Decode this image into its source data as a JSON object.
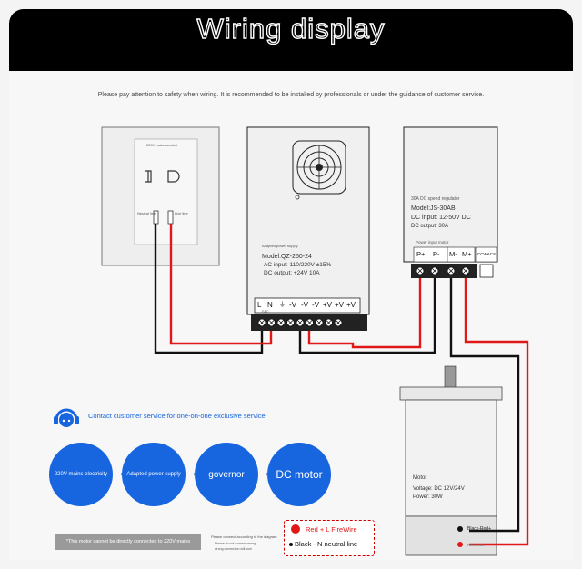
{
  "banner": {
    "title": "Wiring display"
  },
  "safety_note": "Please pay attention to safety when wiring. It is recommended to be installed by professionals or under the guidance of customer service.",
  "socket": {
    "caption": "220V mains socket",
    "neutral_label": "Neutral line",
    "live_label": "Live line"
  },
  "power_supply": {
    "caption": "Adapted power supply",
    "model": "Model:QZ-250-24",
    "input": "AC input: 110/220V ±15%",
    "output": "DC output: +24V 10A",
    "terminals": [
      "L",
      "N",
      "⏚",
      "-V",
      "-V",
      "-V",
      "+V",
      "+V",
      "+V"
    ],
    "terminal_sub": "FAC"
  },
  "regulator": {
    "caption": "30A DC speed regulator",
    "model": "Model:JS-30AB",
    "input": "DC input: 12-50V DC",
    "output": "DC output: 30A",
    "section_label": "Power input   motor",
    "terminals": [
      "P+",
      "P-",
      "M-",
      "M+",
      "CCW&CS"
    ]
  },
  "motor": {
    "title": "Motor",
    "voltage": "Voltage: DC 12V/24V",
    "power": "Power: 30W",
    "wire1": "Black-Red+",
    "wire2": "Red-Black"
  },
  "contact": {
    "text": "Contact customer service for one-on-one exclusive service"
  },
  "flow": {
    "step1": "220V mains electricity",
    "step2": "Adapted power supply",
    "step3": "governor",
    "step4": "DC motor"
  },
  "warning": "*This motor cannot be directly connected to 220V mains",
  "note": {
    "line1": "Please connect according to the diagram",
    "line2": "Please do not connect wrong",
    "line3": "wrong connection will burn"
  },
  "legend": {
    "red": "Red + L FireWire",
    "black": "Black - N neutral line"
  },
  "colors": {
    "accent": "#1766e0",
    "wire_red": "#e01818",
    "wire_black": "#111111"
  },
  "icons": [
    "headset-icon",
    "fan-icon",
    "screw-icon"
  ]
}
